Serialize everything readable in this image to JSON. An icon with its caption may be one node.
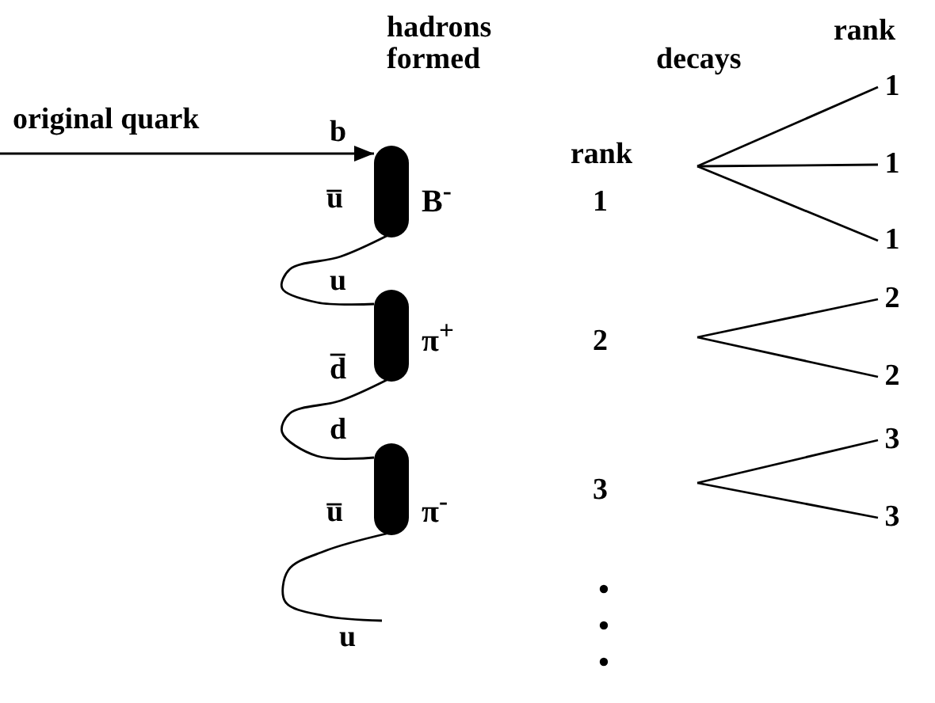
{
  "diagram": {
    "nodes": [
      {
        "text": [],
        "shape": "bar",
        "beside": [
          "B$^{-}$"
        ]
      },
      {
        "text": [],
        "shape": "bar",
        "beside": [
          "π$^{+}$"
        ]
      },
      {
        "text": [],
        "shape": "bar",
        "beside": [
          "π$^{-}$"
        ]
      },
      {
        "text": [
          "1"
        ]
      },
      {
        "text": [
          "1"
        ]
      },
      {
        "text": [
          "1"
        ]
      },
      {
        "text": [
          "2"
        ]
      },
      {
        "text": [
          "2"
        ]
      },
      {
        "text": [
          "3"
        ]
      },
      {
        "text": [
          "3"
        ]
      }
    ],
    "edges": [
      {
        "from": null,
        "to": 0,
        "arrow": "to",
        "label": "original quark"
      },
      {
        "from": 0,
        "to": 1,
        "arrow": "none"
      },
      {
        "from": 1,
        "to": 2,
        "arrow": "none"
      },
      {
        "from": 2,
        "to": null,
        "arrow": "none"
      },
      {
        "from": null,
        "to": 3,
        "arrow": "none"
      },
      {
        "from": null,
        "to": 4,
        "arrow": "none"
      },
      {
        "from": null,
        "to": 5,
        "arrow": "none"
      },
      {
        "from": null,
        "to": 6,
        "arrow": "none"
      },
      {
        "from": null,
        "to": 7,
        "arrow": "none"
      },
      {
        "from": null,
        "to": 8,
        "arrow": "none"
      },
      {
        "from": null,
        "to": 9,
        "arrow": "none"
      }
    ],
    "labels": [
      "hadrons formed",
      "decays",
      "rank",
      "b",
      "rank",
      "u̅",
      "1",
      "u",
      "d̅",
      "2",
      "d",
      "u̅",
      "3",
      "u"
    ]
  }
}
